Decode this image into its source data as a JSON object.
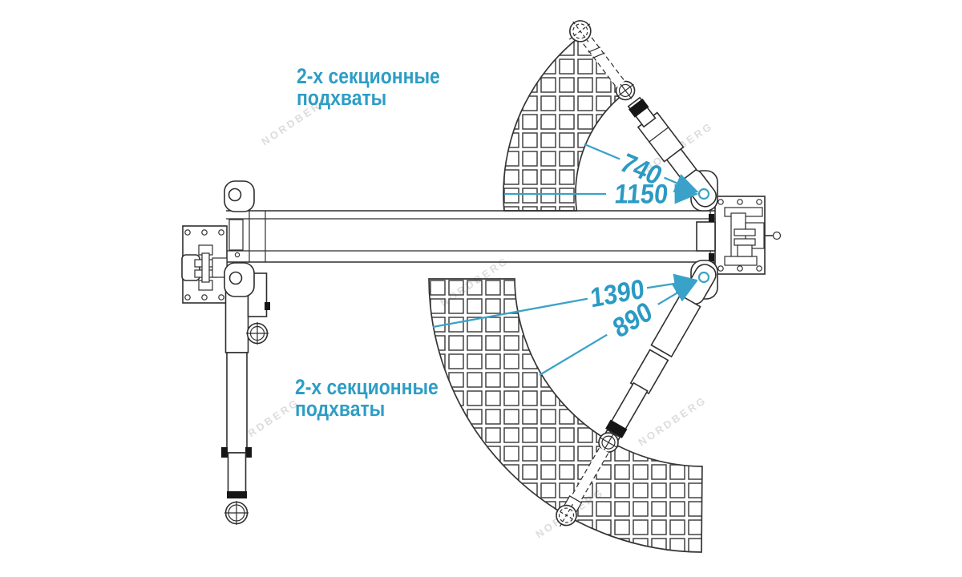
{
  "diagram": {
    "annotation_top": {
      "line1": "2-х секционные",
      "line2": "подхваты"
    },
    "annotation_bottom": {
      "line1": "2-х секционные",
      "line2": "подхваты"
    },
    "dimensions": {
      "top_arm_min": "740",
      "top_arm_max": "1150",
      "bottom_arm_max": "1390",
      "bottom_arm_min": "890"
    },
    "watermark": "NORDBERG",
    "colors": {
      "accent_text": "#2d9dc5",
      "dimension_line": "#3aa2c8",
      "drawing_line": "#2f2f2f"
    }
  }
}
